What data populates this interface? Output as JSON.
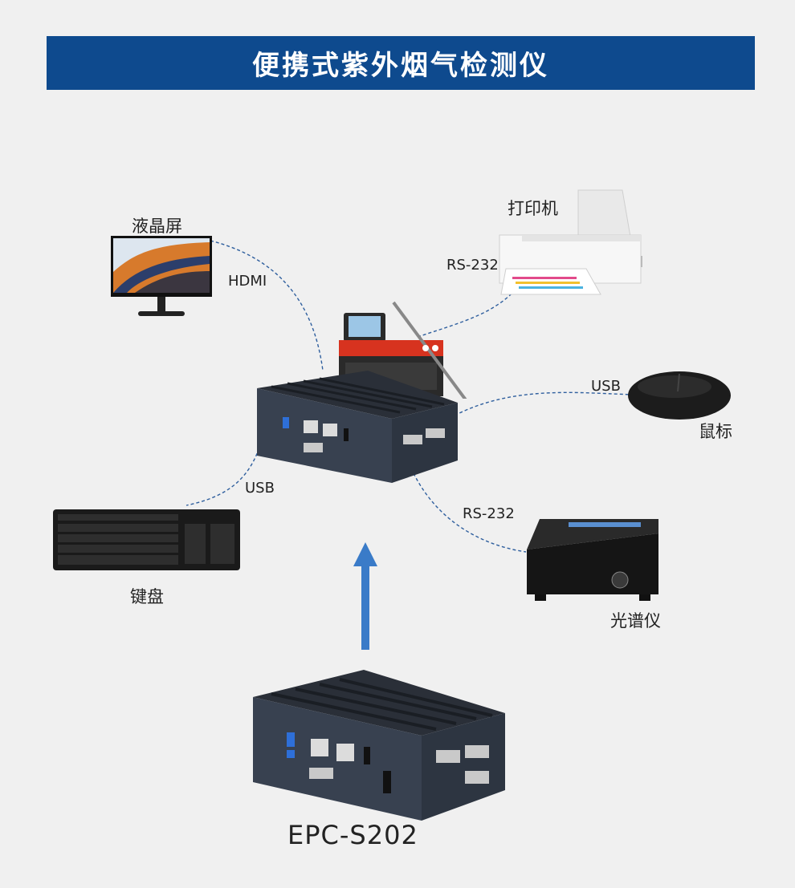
{
  "title": "便携式紫外烟气检测仪",
  "devices": {
    "monitor": "液晶屏",
    "printer": "打印机",
    "mouse": "鼠标",
    "keyboard": "键盘",
    "spectrometer": "光谱仪"
  },
  "connections": {
    "monitor": "HDMI",
    "printer": "RS-232",
    "mouse": "USB",
    "keyboard": "USB",
    "spectrometer": "RS-232"
  },
  "model": "EPC-S202",
  "colors": {
    "banner": "#0e4a8e",
    "arrow": "#3a7bc8",
    "link": "#2f5f9e"
  },
  "icons": [
    "monitor-icon",
    "printer-icon",
    "mouse-icon",
    "keyboard-icon",
    "spectrometer-icon",
    "flue-gas-analyzer-icon",
    "mini-pc-icon",
    "up-arrow-icon"
  ]
}
